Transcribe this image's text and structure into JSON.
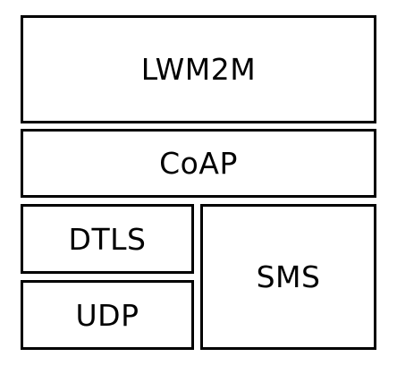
{
  "diagram": {
    "layers": [
      {
        "id": "lwm2m",
        "label": "LWM2M"
      },
      {
        "id": "coap",
        "label": "CoAP"
      },
      {
        "id": "dtls",
        "label": "DTLS"
      },
      {
        "id": "udp",
        "label": "UDP"
      },
      {
        "id": "sms",
        "label": "SMS"
      }
    ],
    "colors": {
      "border": "#000000",
      "fill": "#ffffff",
      "text": "#000000"
    }
  }
}
